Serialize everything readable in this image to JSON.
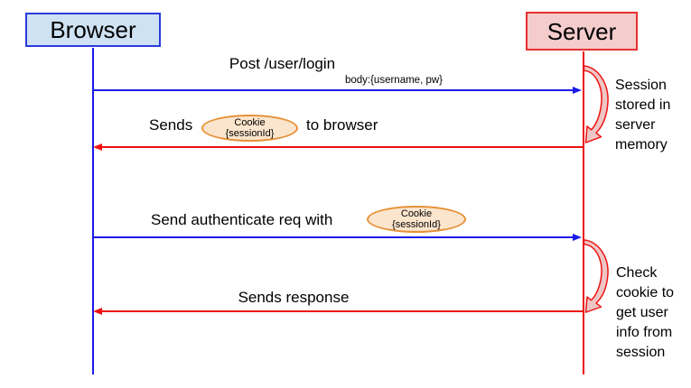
{
  "colors": {
    "blue-line": "#1b1be8",
    "blue-box-border": "#2a3bdd",
    "blue-box-fill": "#cfe2f3",
    "red-line": "#ee1111",
    "red-box-border": "#e92f2f",
    "red-box-fill": "#f4cccc",
    "cookie-border": "#e69138",
    "cookie-fill": "#fce5cd",
    "curved-fill": "#eec6c6",
    "text": "#000000",
    "background": "#ffffff"
  },
  "actors": [
    {
      "label": "Browser"
    },
    {
      "label": "Server"
    }
  ],
  "messages": [
    {
      "label": "Post /user/login",
      "sublabel": "body:{username, pw}",
      "direction": "browser-to-server"
    },
    {
      "prefix": "Sends",
      "cookie": {
        "title": "Cookie",
        "value": "{sessionId}"
      },
      "suffix": "to browser",
      "direction": "server-to-browser"
    },
    {
      "prefix": "Send authenticate req with",
      "cookie": {
        "title": "Cookie",
        "value": "{sessionId}"
      },
      "direction": "browser-to-server"
    },
    {
      "label": "Sends response",
      "direction": "server-to-browser"
    }
  ],
  "notes": [
    {
      "text": "Session\nstored in\nserver\nmemory"
    },
    {
      "text": "Check\ncookie to\nget user\ninfo from\nsession"
    }
  ]
}
